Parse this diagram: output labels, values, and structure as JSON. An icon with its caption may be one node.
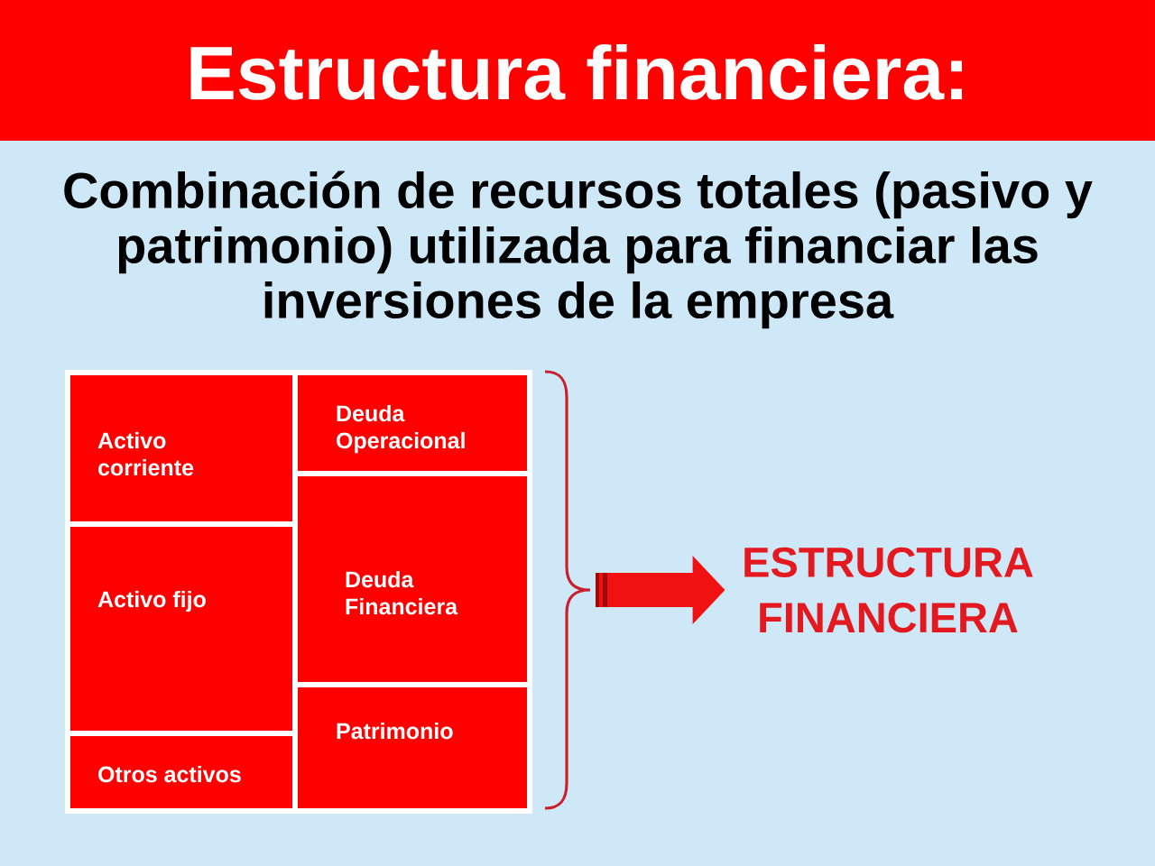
{
  "diagram": {
    "title": "Estructura financiera:",
    "nodes": [
      {
        "text": [
          "Activo corriente"
        ]
      },
      {
        "text": [
          "Activo fijo"
        ]
      },
      {
        "text": [
          "Otros activos"
        ]
      },
      {
        "text": [
          "Deuda Operacional"
        ]
      },
      {
        "text": [
          "Deuda Financiera"
        ]
      },
      {
        "text": [
          "Patrimonio"
        ]
      },
      {
        "text": [],
        "shape": "brace"
      },
      {
        "text": [
          "ESTRUCTURA FINANCIERA"
        ]
      }
    ],
    "edges": [
      {
        "from": 6,
        "to": 7,
        "arrow": "to"
      }
    ],
    "labels": [
      "Combinación de recursos totales (pasivo y patrimonio) utilizada para financiar las inversiones de la empresa"
    ]
  }
}
